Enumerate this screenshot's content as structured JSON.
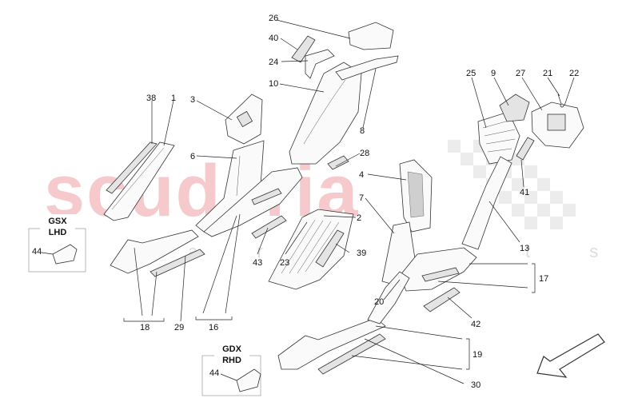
{
  "watermark": {
    "text": "scuderia",
    "sub": "c a r   p a r t s",
    "color": "#f6c9cc"
  },
  "legend_boxes": [
    {
      "id": "gsx",
      "line1": "GSX",
      "line2": "LHD",
      "part": "44"
    },
    {
      "id": "gdx",
      "line1": "GDX",
      "line2": "RHD",
      "part": "44"
    }
  ],
  "callouts": [
    "26",
    "40",
    "24",
    "10",
    "8",
    "28",
    "38",
    "1",
    "3",
    "6",
    "4",
    "7",
    "2",
    "43",
    "23",
    "39",
    "25",
    "9",
    "27",
    "21",
    "22",
    "41",
    "13",
    "17",
    "42",
    "20",
    "19",
    "30",
    "18",
    "29",
    "16"
  ]
}
